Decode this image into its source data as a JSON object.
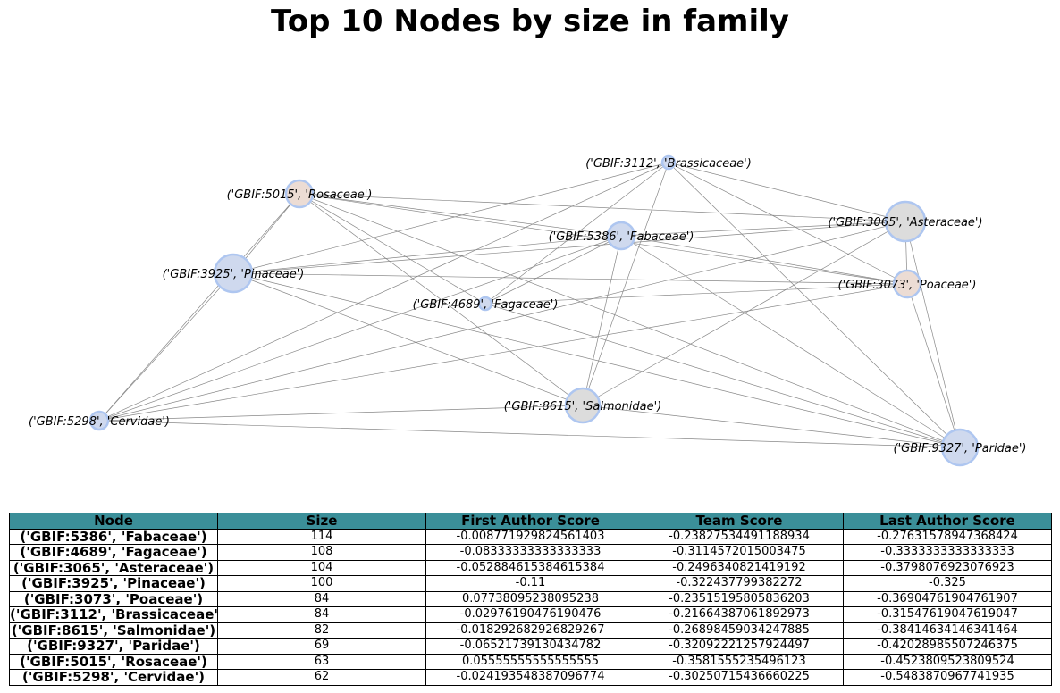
{
  "title": "Top 10 Nodes by size in family",
  "colors": {
    "node_blue": "#cfd9ee",
    "node_peach": "#ecdcd4",
    "node_gray": "#dcdcdc",
    "node_edge": "#aec6f0",
    "header_bg": "#3b8f99",
    "edge_line": "#888888"
  },
  "graph": {
    "nodes": [
      {
        "id": "GBIF:5386",
        "label": "('GBIF:5386', 'Fabaceae')",
        "size": 114,
        "fill": "blue"
      },
      {
        "id": "GBIF:4689",
        "label": "('GBIF:4689', 'Fagaceae')",
        "size": 108,
        "fill": "blue"
      },
      {
        "id": "GBIF:3065",
        "label": "('GBIF:3065', 'Asteraceae')",
        "size": 104,
        "fill": "gray"
      },
      {
        "id": "GBIF:3925",
        "label": "('GBIF:3925', 'Pinaceae')",
        "size": 100,
        "fill": "blue"
      },
      {
        "id": "GBIF:3073",
        "label": "('GBIF:3073', 'Poaceae')",
        "size": 84,
        "fill": "peach"
      },
      {
        "id": "GBIF:3112",
        "label": "('GBIF:3112', 'Brassicaceae')",
        "size": 84,
        "fill": "blue"
      },
      {
        "id": "GBIF:8615",
        "label": "('GBIF:8615', 'Salmonidae')",
        "size": 82,
        "fill": "gray"
      },
      {
        "id": "GBIF:9327",
        "label": "('GBIF:9327', 'Paridae')",
        "size": 69,
        "fill": "blue"
      },
      {
        "id": "GBIF:5015",
        "label": "('GBIF:5015', 'Rosaceae')",
        "size": 63,
        "fill": "peach"
      },
      {
        "id": "GBIF:5298",
        "label": "('GBIF:5298', 'Cervidae')",
        "size": 62,
        "fill": "blue"
      }
    ],
    "edges": [
      [
        "GBIF:5015",
        "GBIF:3065"
      ],
      [
        "GBIF:5015",
        "GBIF:5386"
      ],
      [
        "GBIF:5015",
        "GBIF:3073"
      ],
      [
        "GBIF:5015",
        "GBIF:4689"
      ],
      [
        "GBIF:5015",
        "GBIF:8615"
      ],
      [
        "GBIF:5015",
        "GBIF:9327"
      ],
      [
        "GBIF:5015",
        "GBIF:3925"
      ],
      [
        "GBIF:5015",
        "GBIF:5298"
      ],
      [
        "GBIF:3112",
        "GBIF:3925"
      ],
      [
        "GBIF:3112",
        "GBIF:3065"
      ],
      [
        "GBIF:3112",
        "GBIF:4689"
      ],
      [
        "GBIF:3112",
        "GBIF:8615"
      ],
      [
        "GBIF:3112",
        "GBIF:9327"
      ],
      [
        "GBIF:3112",
        "GBIF:5298"
      ],
      [
        "GBIF:3112",
        "GBIF:3073"
      ],
      [
        "GBIF:5386",
        "GBIF:3925"
      ],
      [
        "GBIF:5386",
        "GBIF:3065"
      ],
      [
        "GBIF:5386",
        "GBIF:3073"
      ],
      [
        "GBIF:5386",
        "GBIF:4689"
      ],
      [
        "GBIF:5386",
        "GBIF:8615"
      ],
      [
        "GBIF:5386",
        "GBIF:9327"
      ],
      [
        "GBIF:5386",
        "GBIF:5298"
      ],
      [
        "GBIF:3925",
        "GBIF:3065"
      ],
      [
        "GBIF:3925",
        "GBIF:3073"
      ],
      [
        "GBIF:3925",
        "GBIF:8615"
      ],
      [
        "GBIF:3925",
        "GBIF:9327"
      ],
      [
        "GBIF:3925",
        "GBIF:5298"
      ],
      [
        "GBIF:3065",
        "GBIF:3073"
      ],
      [
        "GBIF:3065",
        "GBIF:9327"
      ],
      [
        "GBIF:3065",
        "GBIF:8615"
      ],
      [
        "GBIF:3065",
        "GBIF:5298"
      ],
      [
        "GBIF:3073",
        "GBIF:9327"
      ],
      [
        "GBIF:3073",
        "GBIF:4689"
      ],
      [
        "GBIF:3073",
        "GBIF:5298"
      ],
      [
        "GBIF:8615",
        "GBIF:5298"
      ],
      [
        "GBIF:8615",
        "GBIF:9327"
      ],
      [
        "GBIF:5298",
        "GBIF:9327"
      ],
      [
        "GBIF:4689",
        "GBIF:9327"
      ]
    ]
  },
  "table": {
    "columns": [
      "Node",
      "Size",
      "First Author Score",
      "Team Score",
      "Last Author Score"
    ],
    "rows": [
      [
        "('GBIF:5386', 'Fabaceae')",
        "114",
        "-0.008771929824561403",
        "-0.23827534491188934",
        "-0.27631578947368424"
      ],
      [
        "('GBIF:4689', 'Fagaceae')",
        "108",
        "-0.08333333333333333",
        "-0.3114572015003475",
        "-0.3333333333333333"
      ],
      [
        "('GBIF:3065', 'Asteraceae')",
        "104",
        "-0.052884615384615384",
        "-0.2496340821419192",
        "-0.3798076923076923"
      ],
      [
        "('GBIF:3925', 'Pinaceae')",
        "100",
        "-0.11",
        "-0.322437799382272",
        "-0.325"
      ],
      [
        "('GBIF:3073', 'Poaceae')",
        "84",
        "0.07738095238095238",
        "-0.23515195805836203",
        "-0.36904761904761907"
      ],
      [
        "('GBIF:3112', 'Brassicaceae')",
        "84",
        "-0.02976190476190476",
        "-0.21664387061892973",
        "-0.31547619047619047"
      ],
      [
        "('GBIF:8615', 'Salmonidae')",
        "82",
        "-0.018292682926829267",
        "-0.26898459034247885",
        "-0.38414634146341464"
      ],
      [
        "('GBIF:9327', 'Paridae')",
        "69",
        "-0.06521739130434782",
        "-0.32092221257924497",
        "-0.42028985507246375"
      ],
      [
        "('GBIF:5015', 'Rosaceae')",
        "63",
        "0.05555555555555555",
        "-0.3581555235496123",
        "-0.4523809523809524"
      ],
      [
        "('GBIF:5298', 'Cervidae')",
        "62",
        "-0.024193548387096774",
        "-0.30250715436660225",
        "-0.5483870967741935"
      ]
    ]
  }
}
